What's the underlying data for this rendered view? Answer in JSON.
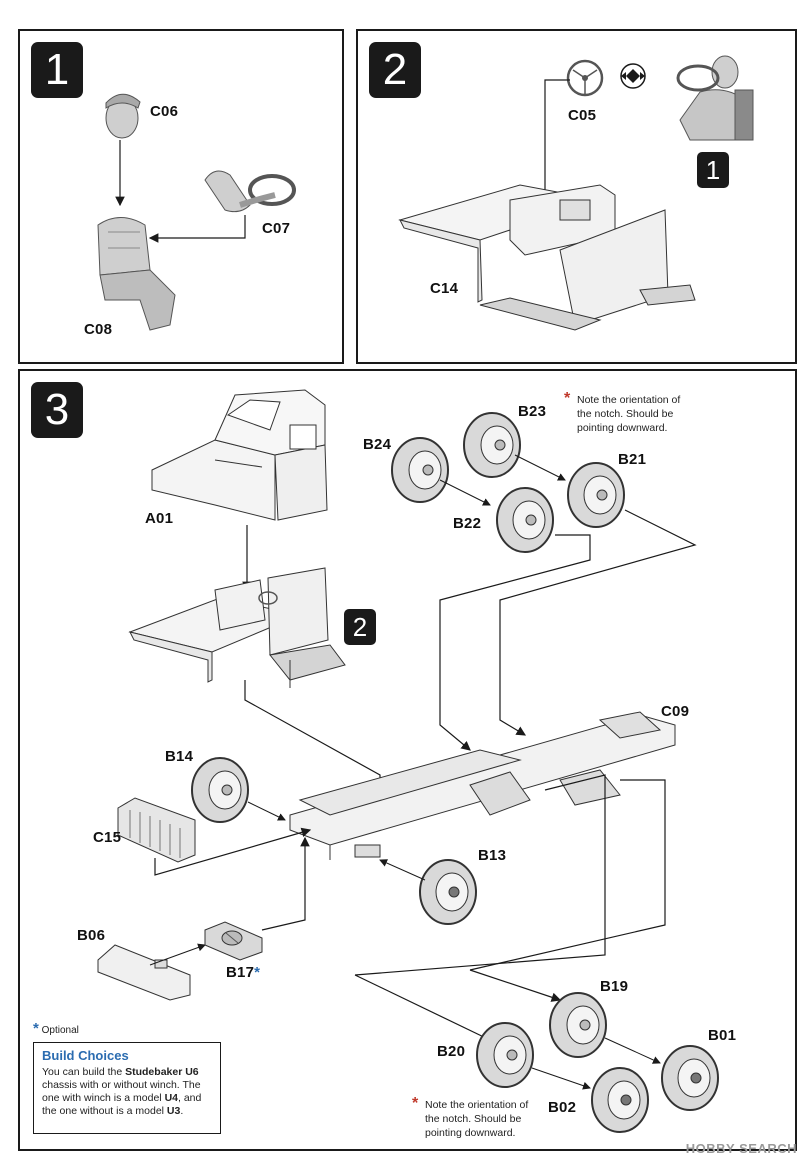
{
  "steps": {
    "s1": "1",
    "s2": "2",
    "s3": "3",
    "ref1": "1",
    "ref2": "2"
  },
  "parts": {
    "c06": "C06",
    "c07": "C07",
    "c08": "C08",
    "c05": "C05",
    "c14": "C14",
    "a01": "A01",
    "b24": "B24",
    "b23": "B23",
    "b21": "B21",
    "b22": "B22",
    "c09": "C09",
    "b14": "B14",
    "c15": "C15",
    "b13": "B13",
    "b06": "B06",
    "b17": "B17",
    "b19": "B19",
    "b01": "B01",
    "b20": "B20",
    "b02": "B02"
  },
  "notes": {
    "orientation_top": "Note the orientation of the notch.  Should be pointing downward.",
    "orientation_bottom": "Note the orientation of the notch.  Should be pointing downward.",
    "optional": "Optional",
    "star": "*"
  },
  "build_choices": {
    "title": "Build Choices",
    "text_1": "You can build the ",
    "bold_1": "Studebaker U6",
    "text_2": " chassis with or without winch.  The one with winch is a model ",
    "bold_2": "U4",
    "text_3": ", and the one without is a model ",
    "bold_3": "U3",
    "text_4": "."
  },
  "watermark": {
    "brand": "HOBBY SEARCH"
  },
  "colors": {
    "ink": "#1a1a1a",
    "accent_blue": "#2b6cb0",
    "star_red": "#c0392b",
    "part_gray": "#d9d9d9"
  }
}
